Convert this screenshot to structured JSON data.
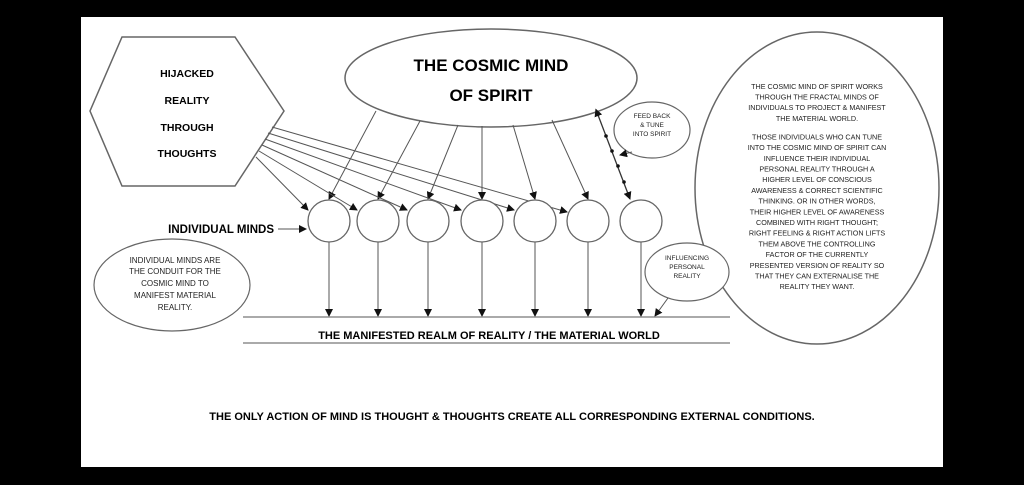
{
  "colors": {
    "background": "#000000",
    "panel": "#ffffff",
    "stroke": "#555555",
    "text": "#000000"
  },
  "hexagon": {
    "lines": [
      "HIJACKED",
      "REALITY",
      "THROUGH",
      "THOUGHTS"
    ]
  },
  "cosmic_mind": {
    "lines": [
      "THE COSMIC MIND",
      "OF SPIRIT"
    ]
  },
  "feedback_bubble": {
    "lines": [
      "FEED BACK",
      "& TUNE",
      "INTO SPIRIT"
    ]
  },
  "explanation": {
    "paragraph1": [
      "THE COSMIC MIND OF SPIRIT WORKS",
      "THROUGH THE FRACTAL MINDS OF",
      "INDIVIDUALS TO PROJECT & MANIFEST",
      "THE MATERIAL WORLD."
    ],
    "paragraph2": [
      "THOSE INDIVIDUALS WHO CAN TUNE",
      "INTO THE COSMIC MIND OF SPIRIT CAN",
      "INFLUENCE THEIR INDIVIDUAL",
      "PERSONAL REALITY THROUGH A",
      "HIGHER LEVEL OF CONSCIOUS",
      "AWARENESS & CORRECT SCIENTIFIC",
      "THINKING. OR IN OTHER WORDS,",
      "THEIR HIGHER LEVEL OF AWARENESS",
      "COMBINED WITH RIGHT THOUGHT;",
      "RIGHT FEELING & RIGHT ACTION LIFTS",
      "THEM ABOVE THE CONTROLLING",
      "FACTOR OF THE CURRENTLY",
      "PRESENTED VERSION OF REALITY SO",
      "THAT THEY CAN EXTERNALISE THE",
      "REALITY THEY WANT."
    ]
  },
  "individual_minds": {
    "label": "INDIVIDUAL MINDS",
    "count": 7
  },
  "conduit_bubble": {
    "lines": [
      "INDIVIDUAL MINDS ARE",
      "THE CONDUIT FOR THE",
      "COSMIC MIND TO",
      "MANIFEST MATERIAL",
      "REALITY."
    ]
  },
  "influencing_bubble": {
    "lines": [
      "INFLUENCING",
      "PERSONAL",
      "REALITY"
    ]
  },
  "material_world": {
    "label": "THE MANIFESTED REALM OF REALITY / THE MATERIAL WORLD"
  },
  "footer": {
    "caption": "THE ONLY ACTION OF MIND IS THOUGHT & THOUGHTS CREATE ALL CORRESPONDING EXTERNAL CONDITIONS."
  }
}
